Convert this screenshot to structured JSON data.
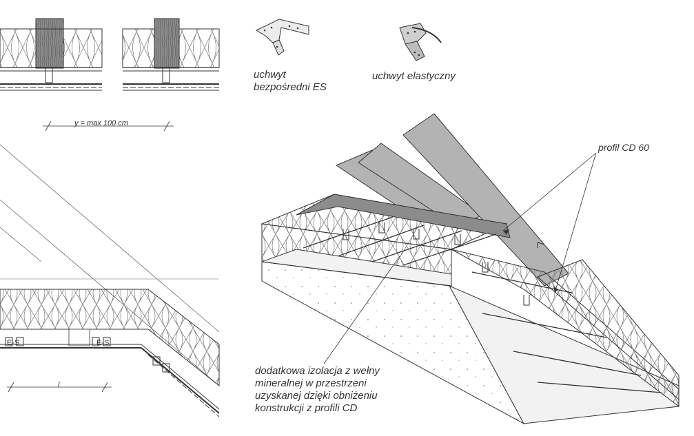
{
  "labels": {
    "spacing_y": "y = max 100 cm",
    "spacing_l": "l",
    "hanger_direct_line1": "uchwyt",
    "hanger_direct_line2": "bezpośredni ES",
    "hanger_elastic": "uchwyt elastyczny",
    "profile_cd": "profil CD 60",
    "insulation_note": [
      "dodatkowa izolacja z wełny",
      "mineralnej w przestrzeni",
      "uzyskanej dzięki obniżeniu",
      "konstrukcji z profili CD"
    ],
    "hanger_tag_1": "E-S",
    "hanger_tag_2": "E-S"
  },
  "colors": {
    "line": "#333333",
    "wood": "#8c8c8c",
    "wood_light": "#b3b3b3",
    "insulation": "#f2f2f2",
    "board": "#ffffff"
  }
}
